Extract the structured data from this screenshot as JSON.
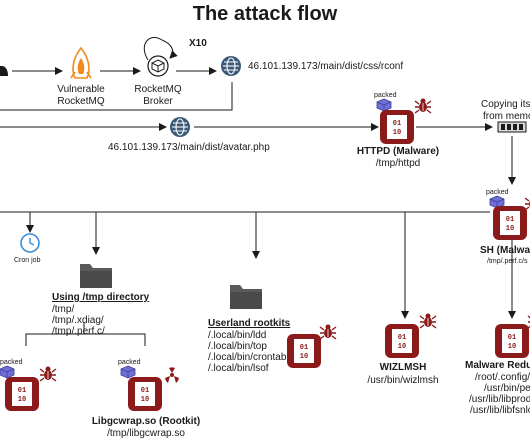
{
  "title": "The attack flow",
  "repeat_marker": "X10",
  "rocketmq": {
    "line1": "Vulnerable",
    "line2": "RocketMQ"
  },
  "broker": {
    "line1": "RocketMQ",
    "line2": "Broker"
  },
  "url_conf": "46.101.139.173/main/dist/css/rconf",
  "url_avatar": "46.101.139.173/main/dist/avatar.php",
  "httpd": {
    "packed": "packed",
    "name": "HTTPD (Malware)",
    "path": "/tmp/httpd"
  },
  "memory": {
    "line1": "Copying itse",
    "line2": "from memo"
  },
  "sh": {
    "packed": "packed",
    "name": "SH (Malwa",
    "path": "/tmp/.perf.c/s"
  },
  "cron": {
    "label": "Cron job"
  },
  "tmpdir": {
    "heading": "Using /tmp directory",
    "paths": [
      "/tmp/",
      "/tmp/.xdiag/",
      "/tmp/.perf.c/"
    ]
  },
  "userland": {
    "heading": "Userland rootkits",
    "paths": [
      "/.local/bin/ldd",
      "/.local/bin/top",
      "/.local/bin/crontab",
      "/.local/bin/lsof"
    ]
  },
  "packed_left": "packed",
  "libgcwrap": {
    "packed": "packed",
    "name": "Libgcwrap.so (Rootkit)",
    "path": "/tmp/libgcwrap.so"
  },
  "wizlmsh": {
    "name": "WIZLMSH",
    "path": "/usr/bin/wizlmsh"
  },
  "redundancy": {
    "name": "Malware Redun",
    "paths": [
      "/root/.config/cro",
      "/usr/bin/pe",
      "/usr/lib/libprod",
      "/usr/lib/libfsnlo"
    ]
  },
  "colors": {
    "malware": "#8b1a1a",
    "packed_cube": "#6f6fd8",
    "bug": "#8b1a1a",
    "globe": "#3a5a7a",
    "folder": "#5a5a5a",
    "cron": "#3a8fd8",
    "flame": "#f08a1c"
  }
}
